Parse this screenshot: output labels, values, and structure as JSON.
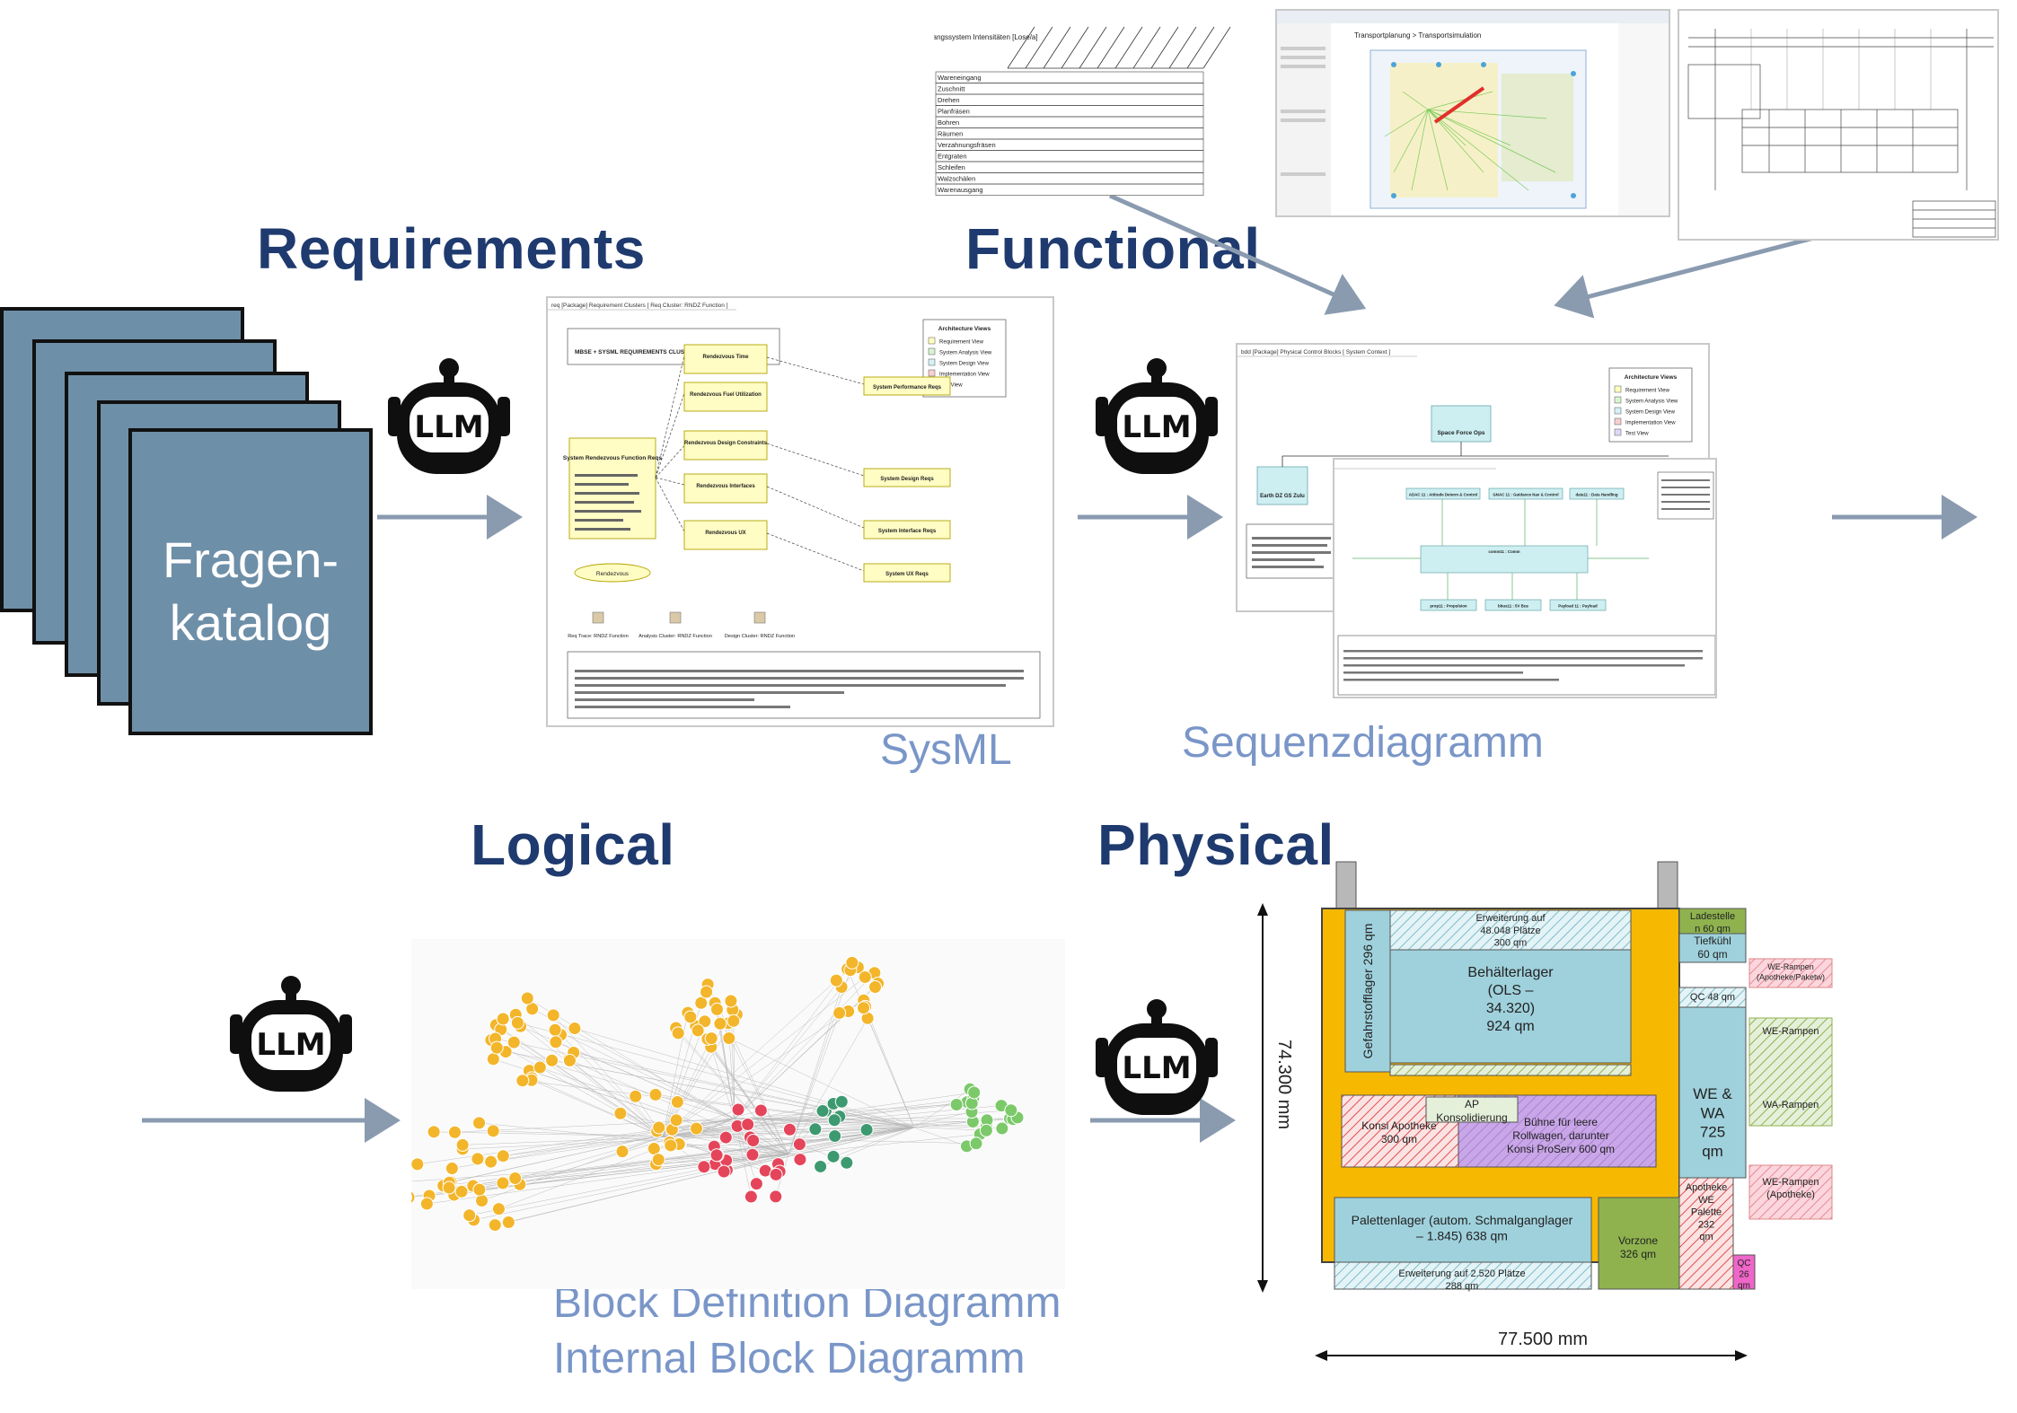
{
  "headings": {
    "requirements": "Requirements",
    "functional": "Functional",
    "logical": "Logical",
    "physical": "Physical"
  },
  "captions": {
    "sysml": "SysML",
    "sequence": "Sequenzdiagramm",
    "bdd": "Block Definition Diagramm",
    "ibd": "Internal Block Diagramm"
  },
  "catalog": {
    "line1": "Fragen-",
    "line2": "katalog"
  },
  "llm_label": "LLM",
  "req_diagram": {
    "header": "req [Package] Requirement Clusters [ Req Cluster: RNDZ Function ]",
    "comment_title": "MBSE + SYSML REQUIREMENTS CLUSTER PATTERN Example",
    "legend_title": "Architecture Views",
    "legend_items": [
      "Requirement View",
      "System Analysis View",
      "System Design View",
      "Implementation View",
      "Test View"
    ],
    "main_req": "System Rendezvous Function Reqs",
    "reqs": [
      "Rendezvous Time",
      "Rendezvous Fuel Utilization",
      "Rendezvous Design Constraints",
      "Rendezvous Interfaces",
      "Rendezvous UX"
    ],
    "targets": [
      "System Performance Reqs",
      "System Design Reqs",
      "System Interface Reqs",
      "System UX Reqs"
    ],
    "bottom_labels": [
      "Req Trace: RNDZ Function",
      "Analysis Cluster: RNDZ Function",
      "Design Cluster: RNDZ Function"
    ],
    "ellipse": "Rendezvous"
  },
  "bdd_diagram": {
    "header": "bdd [Package] Physical Control Blocks [ System Context ]",
    "top_block": "Space Force Ops",
    "left_block": "Earth DZ GS Zulu",
    "ibd_blocks": [
      "ADAC 11 : Attitude Determ & Control",
      "GNAC 11 : Guidance Nav & Control",
      "data11 : Data Handling",
      "comm11 : Comm",
      "prop11 : Propulsion",
      "bbus11 : 5V Bus",
      "Payload 11 : Payload"
    ]
  },
  "matrix": {
    "title": "Ausgangssystem Intensitäten [Lose/a]",
    "rows": [
      "Wareneingang",
      "Zuschnitt",
      "Drehen",
      "Planfräsen",
      "Bohren",
      "Räumen",
      "Verzahnungsfräsen",
      "Entgraten",
      "Schleifen",
      "Walzschälen",
      "Warenausgang"
    ]
  },
  "sim": {
    "title": "Transportplanung > Transportsimulation"
  },
  "floorplan": {
    "dim_vertical": "74.300 mm",
    "dim_horizontal": "77.500 mm",
    "areas": {
      "erweiterung_top": "Erweiterung auf 48.048 Plätze 300 qm",
      "behaelter": "Behälterlager (OLS – 34.320) 924 qm",
      "gefahr": "Gefahrstofflager 296 qm",
      "konsi_apotheke": "Konsi Apotheke 300 qm",
      "ap_konsolidierung": "AP Konsolidierung",
      "buehne": "Bühne für leere Rollwagen, darunter Konsi ProServ 600 qm",
      "palettenlager": "Palettenlager (autom. Schmalganglager – 1.845) 638 qm",
      "vorzone": "Vorzone 326 qm",
      "erweiterung_bottom": "Erweiterung auf 2.520 Plätze 288 qm",
      "ladestelle": "Ladestelle n 60 qm",
      "tiefkuehl": "Tiefkühl 60 qm",
      "qc48": "QC 48 qm",
      "we_wa": "WE & WA 725 qm",
      "we_rampen1": "WE-Rampen (Apotheke/Paketw)",
      "we_rampen2": "WE-Rampen",
      "wa_rampen": "WA-Rampen",
      "we_rampen3": "WE-Rampen (Apotheke)",
      "apotheke_we": "Apotheke WE Palette 232 qm",
      "qc26": "QC 26 qm"
    }
  },
  "colors": {
    "heading": "#1f3a6e",
    "caption": "#7a96c8",
    "arrow": "#8a9bb0",
    "card": "#6e8fa8",
    "fp_blue": "#9fd1dc",
    "fp_yellow": "#f6b800",
    "fp_purple": "#c9a6e8",
    "fp_green": "#8fb24f",
    "fp_red": "#e05050"
  }
}
